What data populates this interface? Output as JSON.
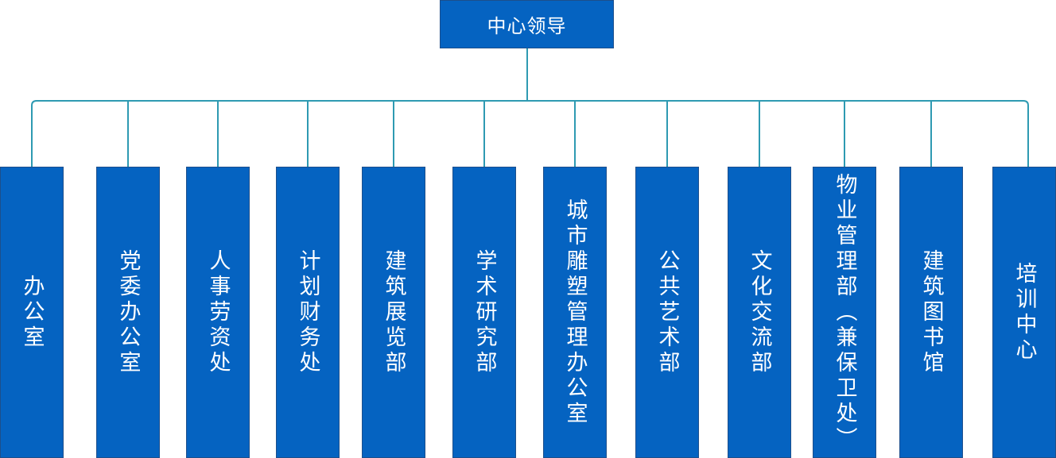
{
  "root": {
    "label": "中心领导"
  },
  "departments": [
    {
      "label": "办公室"
    },
    {
      "label": "党委办公室"
    },
    {
      "label": "人事劳资处"
    },
    {
      "label": "计划财务处"
    },
    {
      "label": "建筑展览部"
    },
    {
      "label": "学术研究部"
    },
    {
      "label": "城市雕塑管理办公室"
    },
    {
      "label": "公共艺术部"
    },
    {
      "label": "文化交流部"
    },
    {
      "label": "物业管理部（兼保卫处）"
    },
    {
      "label": "建筑图书馆"
    },
    {
      "label": "培训中心"
    }
  ],
  "colors": {
    "node_fill": "#0563c1",
    "node_border": "#1d4f8c",
    "node_text": "#ffffff",
    "connector": "#2e9ab2"
  }
}
